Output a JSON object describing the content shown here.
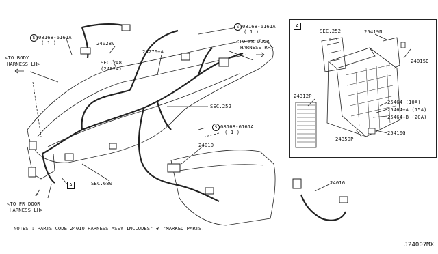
{
  "diagram": {
    "labels": {
      "p24028V": "24028V",
      "p24276A": "24276+A",
      "sec248": "SEC.248",
      "sec248_sub": "(24824)",
      "sec252_main": "SEC.252",
      "sec680": "SEC.680",
      "p24010": "24010",
      "p24016": "24016",
      "bolt1": "08168-6161A",
      "bolt1_qty": "( 1 )",
      "bolt2": "08168-6161A",
      "bolt2_qty": "( 1 )",
      "bolt3": "08168-6161A",
      "bolt3_qty": "( 1 )",
      "to_body_1": "<TO BODY",
      "to_body_2": "HARNESS LH>",
      "to_fr_rh_1": "<TO FR DOOR",
      "to_fr_rh_2": "HARNESS RH>",
      "to_fr_lh_1": "<TO FR DOOR",
      "to_fr_lh_2": "HARNESS LH>",
      "ref_a_main": "A"
    },
    "inset": {
      "ref_a": "A",
      "sec252": "SEC.252",
      "p25419N": "25419N",
      "p24015D": "24015D",
      "p24312P": "24312P",
      "p25464_10": "25464 (10A)",
      "p25464_15": "25464+A (15A)",
      "p25464_20": "25464+B (20A)",
      "p25410G": "25410G",
      "p24350P": "24350P"
    },
    "notes": "NOTES : PARTS CODE 24010 HARNESS ASSY INCLUDES\" ※ \"MARKED PARTS.",
    "diagram_code": "J24007MX",
    "bolt_symbol": "S"
  }
}
